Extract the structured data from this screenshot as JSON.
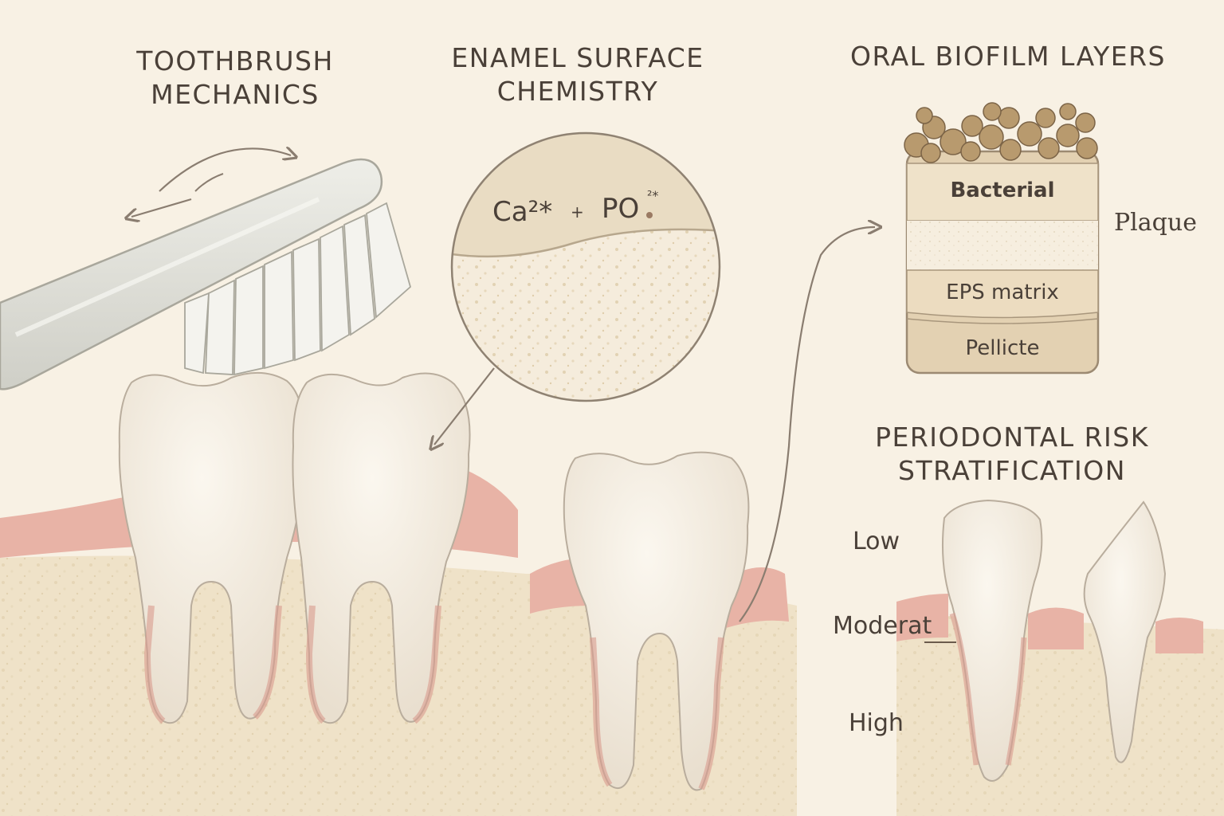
{
  "sections": {
    "toothbrush": {
      "line1": "TOOTHBRUSH",
      "line2": "MECHANICS"
    },
    "enamel": {
      "line1": "ENAMEL SURFACE",
      "line2": "CHEMISTRY",
      "ion_calcium": "Ca²*",
      "ion_plus": "+",
      "ion_phosphate": "PO",
      "ion_phosphate_charge": "²*"
    },
    "biofilm": {
      "title": "ORAL BIOFILM LAYERS",
      "layers": [
        "Bacterial",
        "EPS matrix",
        "Pellicte"
      ],
      "side_label": "Plaque"
    },
    "periodontal": {
      "line1": "PERIODONTAL RISK",
      "line2": "STRATIFICATION",
      "levels": [
        "Low",
        "Moderat",
        "High"
      ]
    }
  },
  "colors": {
    "background": "#f8f1e4",
    "gum": "#e2a79a",
    "tooth": "#f4ede1",
    "bone": "#efe2c8",
    "ink": "#4a4038",
    "plaque": "#b89a6e"
  }
}
